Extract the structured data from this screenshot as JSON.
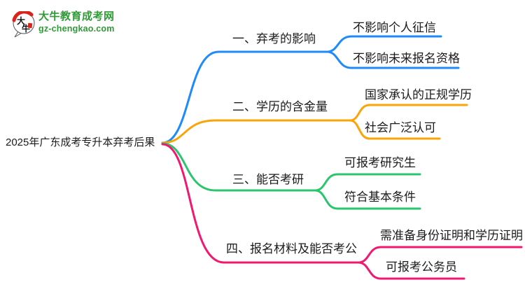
{
  "logo": {
    "icon_char_top": "大",
    "icon_char_bottom": "牛",
    "site_name": "大牛教育成考网",
    "domain": "gz-chengkao.com",
    "brand_green": "#2E9B35",
    "seal_red": "#D9241C"
  },
  "topic": {
    "label": "2025年广东成考专升本弃考后果"
  },
  "branches": [
    {
      "label": "一、弃考的影响",
      "color": "#1F8AFA",
      "children": [
        {
          "label": "不影响个人征信"
        },
        {
          "label": "不影响未来报名资格"
        }
      ]
    },
    {
      "label": "二、学历的含金量",
      "color": "#FBA40A",
      "children": [
        {
          "label": "国家承认的正规学历"
        },
        {
          "label": "社会广泛认可"
        }
      ]
    },
    {
      "label": "三、能否考研",
      "color": "#2BC56D",
      "children": [
        {
          "label": "可报考研究生"
        },
        {
          "label": "符合基本条件"
        }
      ]
    },
    {
      "label": "四、报名材料及能否考公",
      "color": "#F2176F",
      "children": [
        {
          "label": "需准备身份证明和学历证明"
        },
        {
          "label": "可报考公务员"
        }
      ]
    }
  ]
}
